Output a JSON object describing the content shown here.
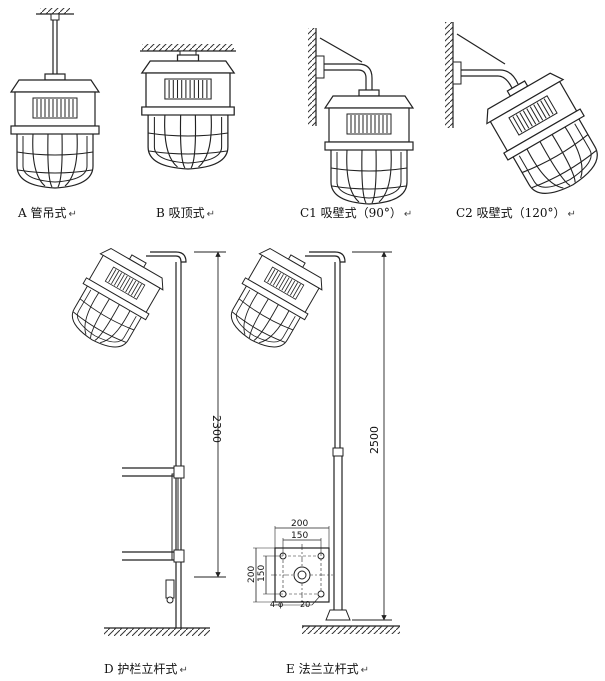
{
  "captions": {
    "a": "A   管吊式",
    "b": "B   吸顶式",
    "c1": "C1   吸壁式（90°）",
    "c2": "C2   吸壁式（120°）",
    "d": "D   护栏立杆式",
    "e": "E   法兰立杆式",
    "return_mark": "↵"
  },
  "dimensions": {
    "d_height": "2300",
    "e_height": "2500",
    "flange_outer": "200",
    "flange_inner": "150",
    "flange_outer_v": "200",
    "flange_inner_v": "150",
    "holes": "4-φ",
    "hole_size": "20"
  },
  "colors": {
    "line": "#222222",
    "hatch": "#333333",
    "shade": "#dddddd"
  }
}
